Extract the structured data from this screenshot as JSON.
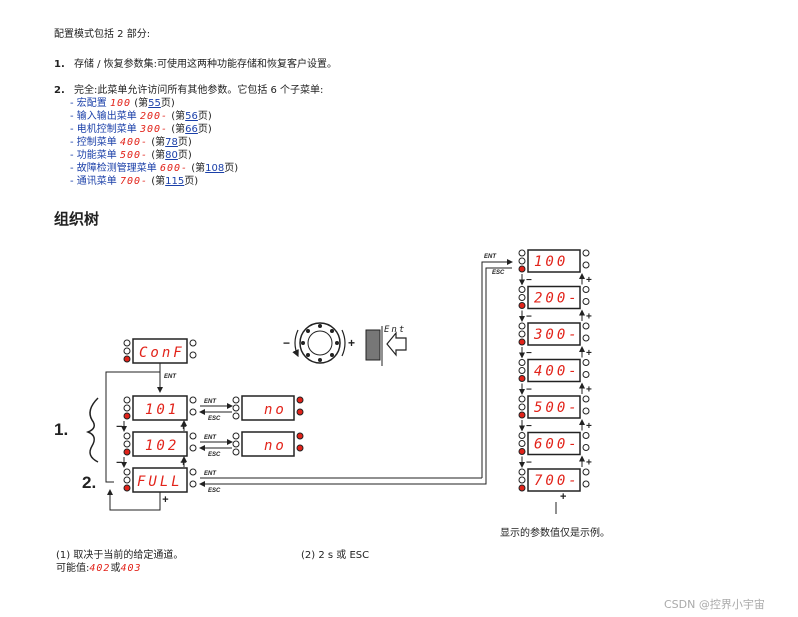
{
  "intro": "配置模式包括 2 部分:",
  "item1": {
    "num": "1.",
    "text": "存储 / 恢复参数集:可使用这两种功能存储和恢复客户设置。"
  },
  "item2": {
    "num": "2.",
    "text": "完全:此菜单允许访问所有其他参数。它包括 6 个子菜单:"
  },
  "submenus": [
    {
      "label": "- 宏配置",
      "code": "100",
      "page_prefix": "(第",
      "page": "55",
      "page_suffix": "页)"
    },
    {
      "label": "- 输入输出菜单",
      "code": "200-",
      "page_prefix": "(第",
      "page": "56",
      "page_suffix": "页)"
    },
    {
      "label": "- 电机控制菜单",
      "code": "300-",
      "page_prefix": "(第",
      "page": "66",
      "page_suffix": "页)"
    },
    {
      "label": "- 控制菜单",
      "code": "400-",
      "page_prefix": "(第",
      "page": "78",
      "page_suffix": "页)"
    },
    {
      "label": "- 功能菜单",
      "code": "500-",
      "page_prefix": "(第",
      "page": "80",
      "page_suffix": "页)"
    },
    {
      "label": "- 故障检测管理菜单",
      "code": "600-",
      "page_prefix": "(第",
      "page": "108",
      "page_suffix": "页)"
    },
    {
      "label": "- 通讯菜单",
      "code": "700-",
      "page_prefix": "(第",
      "page": "115",
      "page_suffix": "页)"
    }
  ],
  "section_title": "组织树",
  "diagram": {
    "conf_display": "ConF",
    "d101": "101",
    "d102": "102",
    "full": "FULL",
    "no1": "no",
    "no2": "no",
    "ent": "ENT",
    "esc": "ESC",
    "plus": "+",
    "minus": "−",
    "ent_key": "Ent",
    "big1": "1.",
    "big2": "2.",
    "menu_displays": [
      "100",
      "200-",
      "300-",
      "400-",
      "500-",
      "600-",
      "700-"
    ]
  },
  "note_right": "显示的参数值仅是示例。",
  "footnote1": {
    "text": "(1) 取决于当前的给定通道。",
    "possible_label": "可能值:",
    "v1": "402",
    "or": "或",
    "v2": "403"
  },
  "footnote2": "(2) 2 s 或 ESC",
  "watermark": "CSDN @控界小宇宙",
  "colors": {
    "segment_red": "#e2231a",
    "link_blue": "#1a3fa8"
  }
}
